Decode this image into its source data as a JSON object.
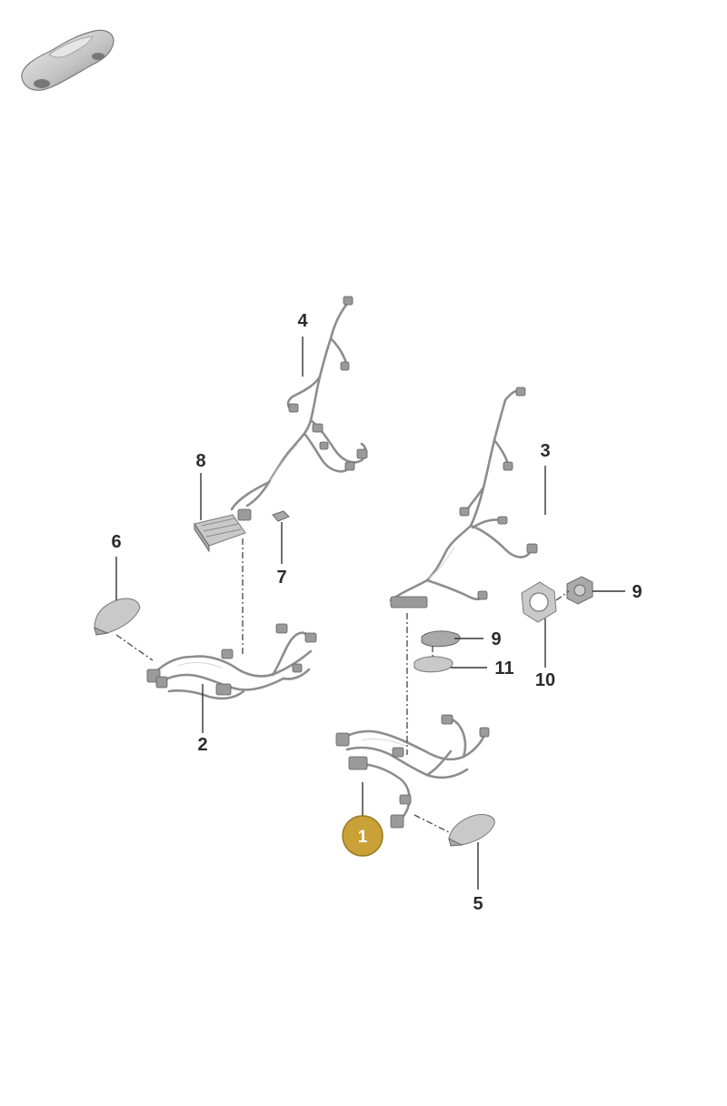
{
  "diagram": {
    "highlight_color": "#c9a136",
    "label_color": "#2b2b2b",
    "highlighted_part": "1",
    "parts": [
      {
        "id": "part-1",
        "number": "1",
        "highlighted": true
      },
      {
        "id": "part-2",
        "number": "2"
      },
      {
        "id": "part-3",
        "number": "3"
      },
      {
        "id": "part-4",
        "number": "4"
      },
      {
        "id": "part-5",
        "number": "5"
      },
      {
        "id": "part-6",
        "number": "6"
      },
      {
        "id": "part-7",
        "number": "7"
      },
      {
        "id": "part-8",
        "number": "8"
      },
      {
        "id": "part-9a",
        "number": "9"
      },
      {
        "id": "part-9b",
        "number": "9"
      },
      {
        "id": "part-10",
        "number": "10"
      },
      {
        "id": "part-11",
        "number": "11"
      }
    ]
  },
  "icons": {
    "vehicle": "car-silhouette-icon"
  }
}
